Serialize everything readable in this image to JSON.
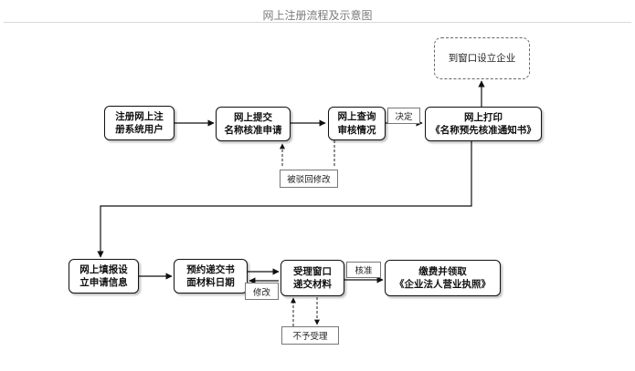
{
  "title": "网上注册流程及示意图",
  "nodes": {
    "register_user": "注册网上注\n册系统用户",
    "submit_name": "网上提交\n名称核准申请",
    "query_status": "网上查询\n审核情况",
    "print_notice": "网上打印\n《名称预先核准通知书》",
    "enterprise": "到窗口设立企业",
    "fill_info": "网上填报设\n立申请信息",
    "appointment": "预约递交书\n面材料日期",
    "window_accept": "受理窗口\n递交材料",
    "license": "缴费并领取\n《企业法人营业执照》"
  },
  "tags": {
    "decision": "决定",
    "rejected": "被驳回修改",
    "modify": "修改",
    "approve": "核准",
    "not_accepted": "不予受理"
  }
}
